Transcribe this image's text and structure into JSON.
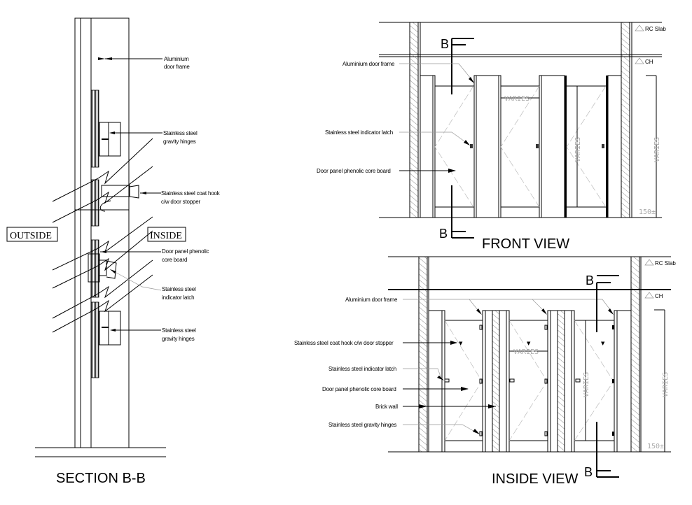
{
  "section_bb": {
    "title": "SECTION B-B",
    "outside_label": "OUTSIDE",
    "inside_label": "INSIDE",
    "callouts": [
      {
        "line1": "Aluminium",
        "line2": "door frame"
      },
      {
        "line1": "Stainless steel",
        "line2": "gravity hinges"
      },
      {
        "line1": "Stainless steel coat hook",
        "line2": "c/w door stopper"
      },
      {
        "line1": "Door panel phenolic",
        "line2": "core board"
      },
      {
        "line1": "Stainless steel",
        "line2": "indicator latch"
      },
      {
        "line1": "Stainless steel",
        "line2": "gravity hinges"
      }
    ]
  },
  "front_view": {
    "title": "FRONT VIEW",
    "section_mark": "B",
    "callouts": [
      "Aluminium door frame",
      "Stainless steel indicator latch",
      "Door panel phenolic core board"
    ],
    "levels": [
      "RC Slab",
      "CH"
    ],
    "dims": {
      "width": "VARIES",
      "door_height": "VARIES",
      "overall_height": "VARIES",
      "gap": "150±"
    }
  },
  "inside_view": {
    "title": "INSIDE VIEW",
    "section_mark": "B",
    "callouts": [
      "Aluminium door frame",
      "Stainless steel coat hook c/w door stopper",
      "Stainless steel indicator latch",
      "Door panel phenolic core board",
      "Brick wall",
      "Stainless steel gravity hinges"
    ],
    "levels": [
      "RC Slab",
      "CH"
    ],
    "dims": {
      "width": "VARIES",
      "door_height": "VARIES",
      "overall_height": "VARIES",
      "gap": "150±"
    }
  }
}
